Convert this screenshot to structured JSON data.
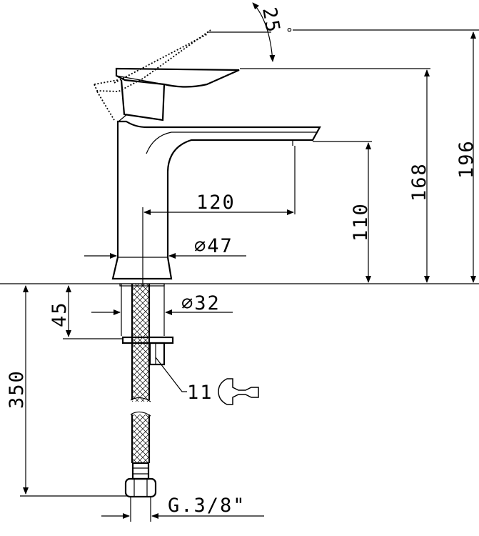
{
  "dimensions": {
    "lever_angle": "25",
    "degree_symbol": "°",
    "total_height": "196",
    "lever_height": "168",
    "spout_height": "110",
    "spout_reach": "120",
    "body_diameter": "∅47",
    "shank_diameter": "∅32",
    "max_counter_thickness": "45",
    "hose_length": "350",
    "nut_size": "11",
    "hose_thread": "G.3/8\""
  },
  "icons": {
    "wrench": "wrench-icon"
  }
}
